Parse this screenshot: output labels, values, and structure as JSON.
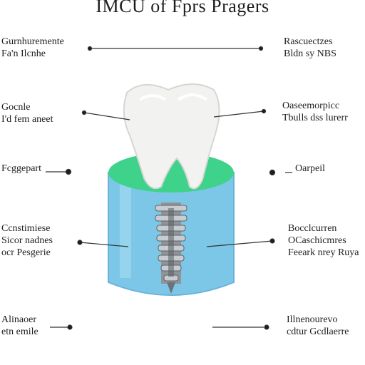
{
  "title": "IMCU of Fprs Pragers",
  "labels": {
    "l1": [
      "Gurnhuremente",
      "Fa'n Ilcnhe"
    ],
    "l2": [
      "Gocnle",
      "I'd fem aneet"
    ],
    "l3": [
      "Fcggepart"
    ],
    "l4": [
      "Ccnstimiese",
      "Sicor nadnes",
      "ocr Pesgerie"
    ],
    "l5": [
      "Alinaoer",
      "etn emile"
    ],
    "r1": [
      "Rascuectzes",
      "Bldn sy NBS"
    ],
    "r2": [
      "Oaseemorpicc",
      "Tbulls dss lurerr"
    ],
    "r3": [
      "Oarpeil"
    ],
    "r4": [
      "Bocclcurren",
      "OCaschicmres",
      "Feeark nrey Ruya"
    ],
    "r5": [
      "Illnenourevo",
      "cdtur Gcdlaerre"
    ]
  },
  "colors": {
    "tooth": "#f2f2f0",
    "gum_top": "#3ed28a",
    "cylinder": "#7cc7e8",
    "cylinder_edge": "#6ab3d8",
    "screw": "#9ba0a4",
    "line": "#333333"
  }
}
